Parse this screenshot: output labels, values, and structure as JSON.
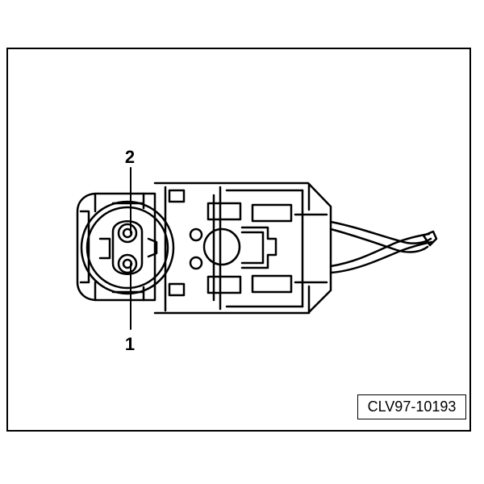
{
  "callouts": {
    "top": "2",
    "bottom": "1"
  },
  "figure_id": "CLV97-10193",
  "colors": {
    "line": "#000000",
    "background": "#ffffff"
  }
}
